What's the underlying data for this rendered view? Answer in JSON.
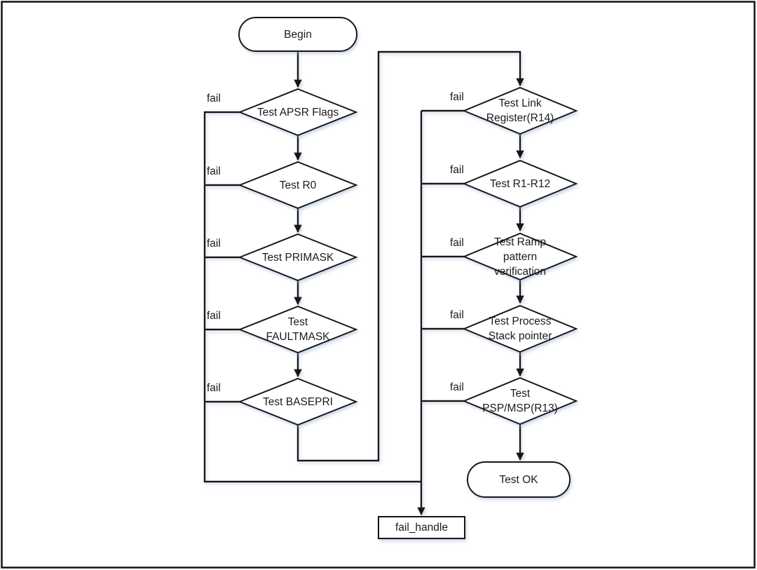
{
  "diagram_type": "flowchart",
  "fail_label": "fail",
  "colors": {
    "line": "#141414",
    "shape_fill": "#ffffff",
    "text": "#1b1b1b",
    "shadow": "#9db4d6",
    "background": "#ffffff"
  },
  "nodes": {
    "begin": {
      "label": "Begin",
      "shape": "terminator"
    },
    "test_apsr_flags": {
      "label": "Test APSR Flags",
      "shape": "decision"
    },
    "test_r0": {
      "label": "Test R0",
      "shape": "decision"
    },
    "test_primask": {
      "label": "Test PRIMASK",
      "shape": "decision"
    },
    "test_faultmask": {
      "label": "Test FAULTMASK",
      "shape": "decision"
    },
    "test_basepri": {
      "label": "Test BASEPRI",
      "shape": "decision"
    },
    "test_link_register": {
      "label": "Test Link Register(R14)",
      "shape": "decision"
    },
    "test_r1_r12": {
      "label": "Test R1-R12",
      "shape": "decision"
    },
    "test_ramp_pattern": {
      "label": "Test Ramp pattern verification",
      "shape": "decision"
    },
    "test_process_stack": {
      "label": "Test Process Stack pointer",
      "shape": "decision"
    },
    "test_psp_msp": {
      "label": "Test PSP/MSP(R13)",
      "shape": "decision"
    },
    "test_ok": {
      "label": "Test OK",
      "shape": "terminator"
    },
    "fail_handle": {
      "label": "fail_handle",
      "shape": "process"
    }
  },
  "edges": [
    {
      "from": "begin",
      "to": "test_apsr_flags",
      "label": ""
    },
    {
      "from": "test_apsr_flags",
      "to": "test_r0",
      "label": ""
    },
    {
      "from": "test_r0",
      "to": "test_primask",
      "label": ""
    },
    {
      "from": "test_primask",
      "to": "test_faultmask",
      "label": ""
    },
    {
      "from": "test_faultmask",
      "to": "test_basepri",
      "label": ""
    },
    {
      "from": "test_basepri",
      "to": "test_link_register",
      "label": ""
    },
    {
      "from": "test_link_register",
      "to": "test_r1_r12",
      "label": ""
    },
    {
      "from": "test_r1_r12",
      "to": "test_ramp_pattern",
      "label": ""
    },
    {
      "from": "test_ramp_pattern",
      "to": "test_process_stack",
      "label": ""
    },
    {
      "from": "test_process_stack",
      "to": "test_psp_msp",
      "label": ""
    },
    {
      "from": "test_psp_msp",
      "to": "test_ok",
      "label": ""
    },
    {
      "from": "test_apsr_flags",
      "to": "fail_handle",
      "label": "fail"
    },
    {
      "from": "test_r0",
      "to": "fail_handle",
      "label": "fail"
    },
    {
      "from": "test_primask",
      "to": "fail_handle",
      "label": "fail"
    },
    {
      "from": "test_faultmask",
      "to": "fail_handle",
      "label": "fail"
    },
    {
      "from": "test_basepri",
      "to": "fail_handle",
      "label": "fail"
    },
    {
      "from": "test_link_register",
      "to": "fail_handle",
      "label": "fail"
    },
    {
      "from": "test_r1_r12",
      "to": "fail_handle",
      "label": "fail"
    },
    {
      "from": "test_ramp_pattern",
      "to": "fail_handle",
      "label": "fail"
    },
    {
      "from": "test_process_stack",
      "to": "fail_handle",
      "label": "fail"
    },
    {
      "from": "test_psp_msp",
      "to": "fail_handle",
      "label": "fail"
    }
  ]
}
